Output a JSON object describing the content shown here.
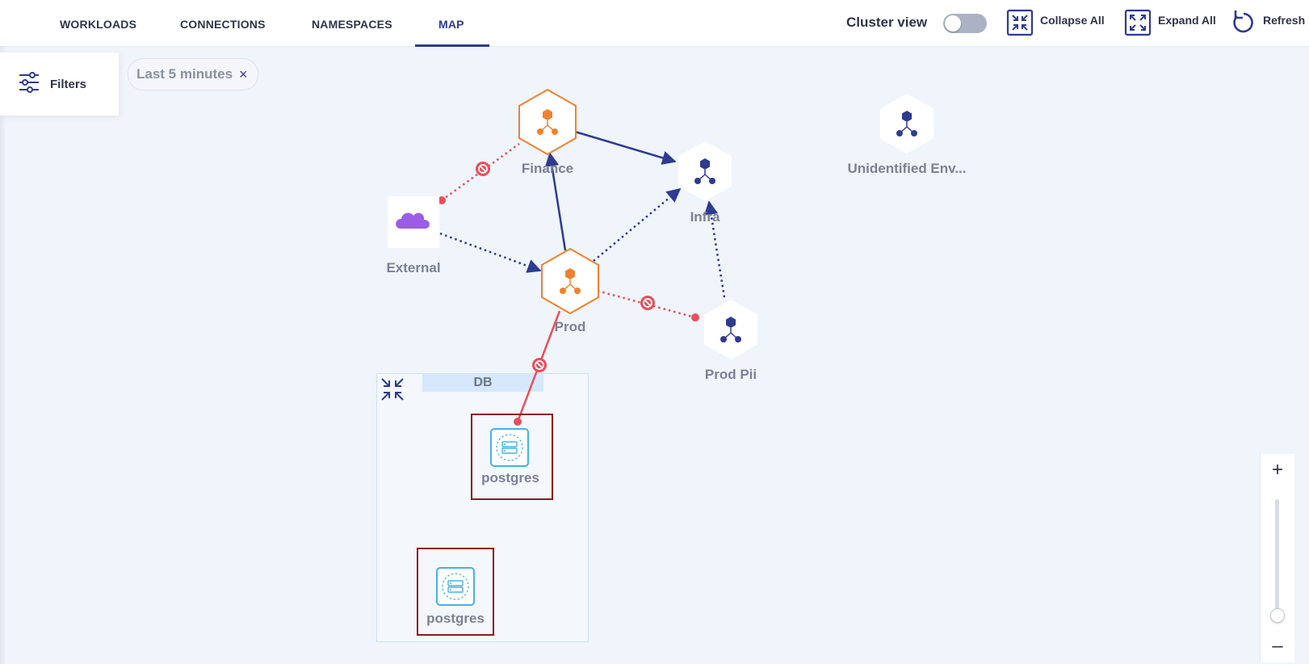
{
  "tabs": [
    {
      "label": "WORKLOADS"
    },
    {
      "label": "CONNECTIONS"
    },
    {
      "label": "NAMESPACES"
    },
    {
      "label": "MAP",
      "active": true
    }
  ],
  "toolbar": {
    "cluster_view_label": "Cluster view",
    "cluster_view_on": false,
    "collapse_all_label": "Collapse All",
    "expand_all_label": "Expand All",
    "refresh_label": "Refresh"
  },
  "filters": {
    "label": "Filters",
    "chip_label": "Last 5 minutes",
    "chip_close": "×"
  },
  "map": {
    "nodes": {
      "finance": "Finance",
      "infra": "Infra",
      "external": "External",
      "prod": "Prod",
      "prod_pii": "Prod Pii",
      "unidentified": "Unidentified Env..."
    },
    "group": {
      "title": "DB",
      "workloads": [
        "postgres",
        "postgres"
      ]
    }
  },
  "zoom": {
    "plus": "+",
    "minus": "–",
    "level": 0.05
  },
  "colors": {
    "accent": "#2e3b8f",
    "orange": "#f0822e",
    "blocked": "#e8505b",
    "cloud": "#9b5de5",
    "workload": "#48b0e8"
  }
}
